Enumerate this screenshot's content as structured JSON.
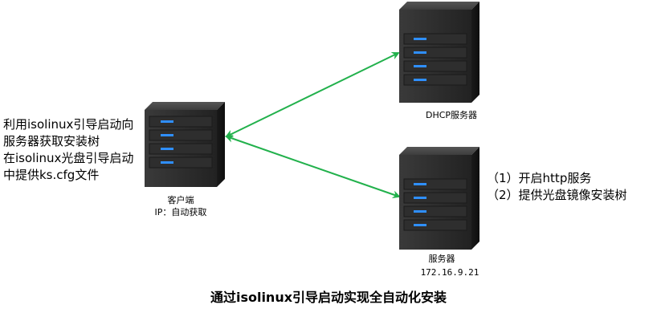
{
  "client": {
    "note_lines": [
      "利用isolinux引导启动向",
      "服务器获取安装树",
      "在isolinux光盘引导启动",
      "中提供ks.cfg文件"
    ],
    "label": "客户端",
    "ip_label": "IP：自动获取"
  },
  "dhcp": {
    "label": "DHCP服务器"
  },
  "server": {
    "note_lines": [
      "（1）开启http服务",
      "（2）提供光盘镜像安装树"
    ],
    "label": "服务器",
    "ip": "172.16.9.21"
  },
  "caption": "通过isolinux引导启动实现全自动化安装",
  "colors": {
    "arrow": "#22b14c",
    "server_body": "#2b2b2b",
    "led": "#2f8fff"
  }
}
